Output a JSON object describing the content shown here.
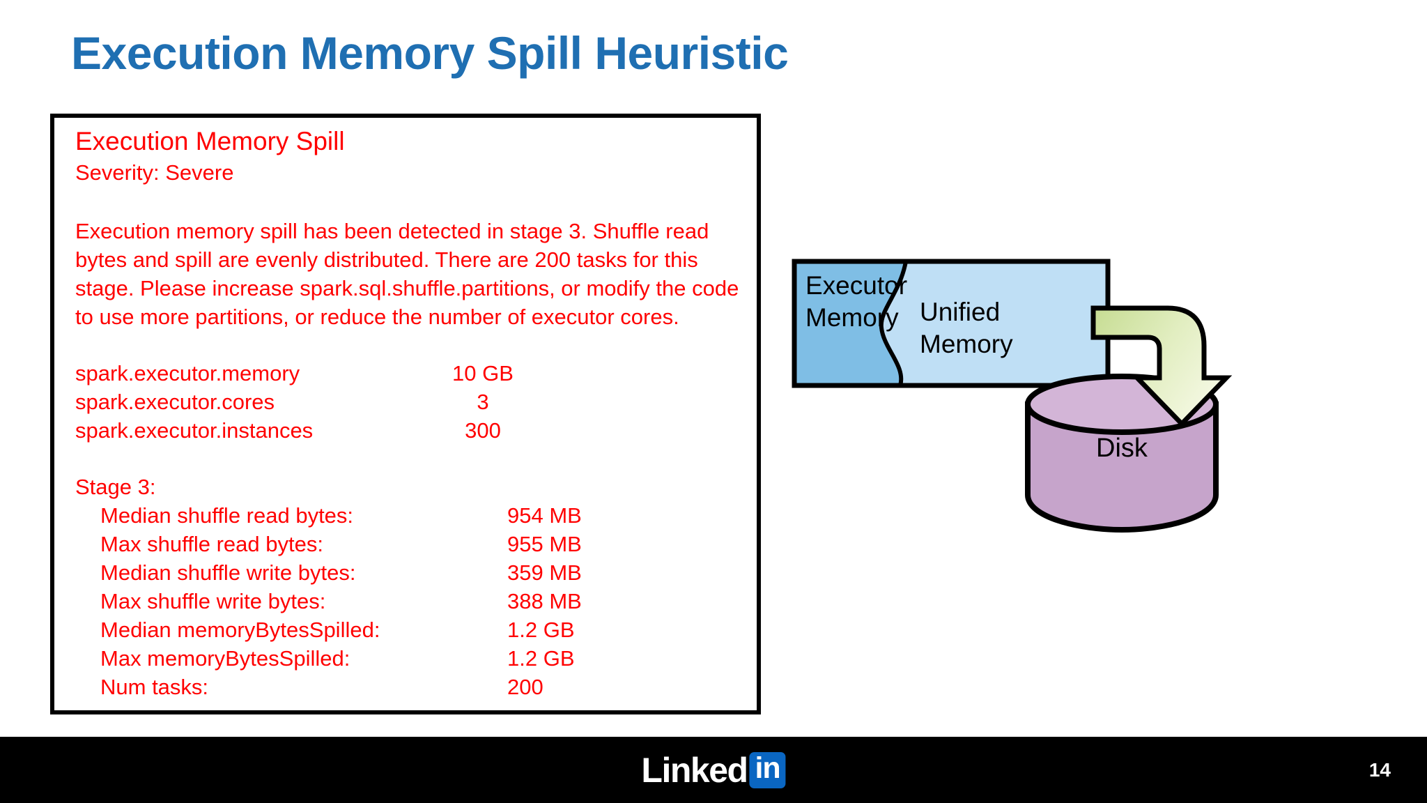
{
  "slide": {
    "title": "Execution Memory Spill Heuristic",
    "title_color": "#1f6fb2",
    "page_number": "14"
  },
  "heuristic": {
    "name": "Execution Memory Spill",
    "severity_line": "Severity: Severe",
    "text_color": "#ff0000",
    "description": "Execution memory spill has been detected in stage 3. Shuffle read bytes and spill are evenly distributed. There are 200 tasks for this stage. Please increase spark.sql.shuffle.partitions, or modify the code to use more partitions, or reduce the number of executor cores.",
    "config": [
      {
        "key": "spark.executor.memory",
        "value": "10 GB"
      },
      {
        "key": "spark.executor.cores",
        "value": "3"
      },
      {
        "key": "spark.executor.instances",
        "value": "300"
      }
    ],
    "stage_label": "Stage 3:",
    "metrics": [
      {
        "key": "Median shuffle read bytes:",
        "value": "954 MB"
      },
      {
        "key": "Max shuffle read bytes:",
        "value": "955 MB"
      },
      {
        "key": "Median shuffle write bytes:",
        "value": "359 MB"
      },
      {
        "key": "Max shuffle write bytes:",
        "value": "388 MB"
      },
      {
        "key": "Median memoryBytesSpilled:",
        "value": "1.2 GB"
      },
      {
        "key": "Max memoryBytesSpilled:",
        "value": "1.2 GB"
      },
      {
        "key": "Num tasks:",
        "value": "200"
      }
    ]
  },
  "diagram": {
    "executor_memory_label_line1": "Executor",
    "executor_memory_label_line2": "Memory",
    "unified_memory_label_line1": "Unified",
    "unified_memory_label_line2": "Memory",
    "disk_label": "Disk",
    "colors": {
      "executor_memory": "#7fbee5",
      "unified_memory": "#bfdff5",
      "disk": "#c6a4cb",
      "disk_top": "#d3b5d7",
      "arrow_start": "#c6dc92",
      "arrow_end": "#f2f7dd",
      "outline": "#000000"
    }
  },
  "footer": {
    "brand_word": "Linked",
    "brand_badge": "in",
    "background": "#000000",
    "badge_color": "#0a66c2"
  }
}
